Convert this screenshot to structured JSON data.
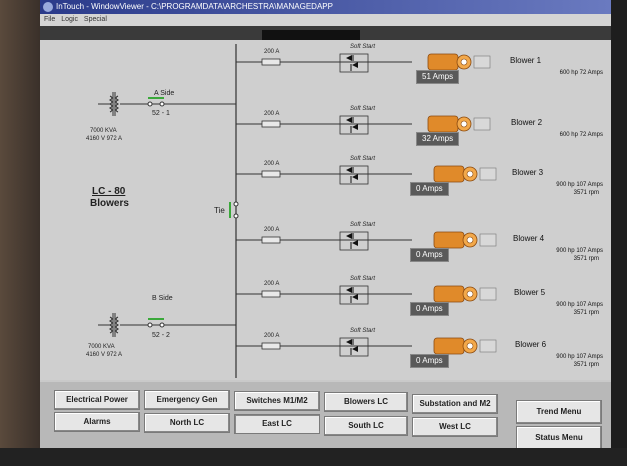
{
  "window": {
    "title": "InTouch - WindowViewer - C:\\PROGRAMDATA\\ARCHESTRA\\MANAGEDAPP"
  },
  "menu": [
    "File",
    "Logic",
    "Special"
  ],
  "panel": {
    "title_line1": "LC - 80",
    "title_line2": "Blowers",
    "tie_label": "Tie"
  },
  "sides": [
    {
      "side_label": "A Side",
      "breaker": "52 - 1",
      "kva": "7000 KVA",
      "volts": "4160 V  972 A"
    },
    {
      "side_label": "B Side",
      "breaker": "52 - 2",
      "kva": "7000 KVA",
      "volts": "4160 V  972 A"
    }
  ],
  "feeders": [
    {
      "fuse": "200 A",
      "soft_start": "Soft Start",
      "amps": "51  Amps",
      "name": "Blower 1",
      "spec1": "600 hp  72 Amps",
      "spec2": ""
    },
    {
      "fuse": "200 A",
      "soft_start": "Soft Start",
      "amps": "32  Amps",
      "name": "Blower 2",
      "spec1": "600 hp  72 Amps",
      "spec2": ""
    },
    {
      "fuse": "200 A",
      "soft_start": "Soft Start",
      "amps": "0  Amps",
      "name": "Blower 3",
      "spec1": "900 hp  107 Amps",
      "spec2": "3571 rpm"
    },
    {
      "fuse": "200 A",
      "soft_start": "Soft Start",
      "amps": "0  Amps",
      "name": "Blower 4",
      "spec1": "900 hp  107 Amps",
      "spec2": "3571 rpm"
    },
    {
      "fuse": "200 A",
      "soft_start": "Soft Start",
      "amps": "0  Amps",
      "name": "Blower 5",
      "spec1": "900 hp 107 Amps",
      "spec2": "3571 rpm"
    },
    {
      "fuse": "200 A",
      "soft_start": "Soft Start",
      "amps": "0  Amps",
      "name": "Blower 6",
      "spec1": "900 hp 107 Amps",
      "spec2": "3571 rpm"
    }
  ],
  "nav_buttons": {
    "electrical_power": "Electrical Power",
    "emergency_gen": "Emergency Gen",
    "switches": "Switches M1/M2",
    "blowers_lc": "Blowers LC",
    "substation": "Substation and M2",
    "trend_menu": "Trend Menu",
    "alarms": "Alarms",
    "north_lc": "North LC",
    "east_lc": "East LC",
    "south_lc": "South LC",
    "west_lc": "West LC",
    "status_menu": "Status Menu"
  },
  "colors": {
    "bus": "#333333",
    "motor": "#e08a2a",
    "breaker_closed": "#3aa83a",
    "amps_box": "#5a5a5a"
  }
}
